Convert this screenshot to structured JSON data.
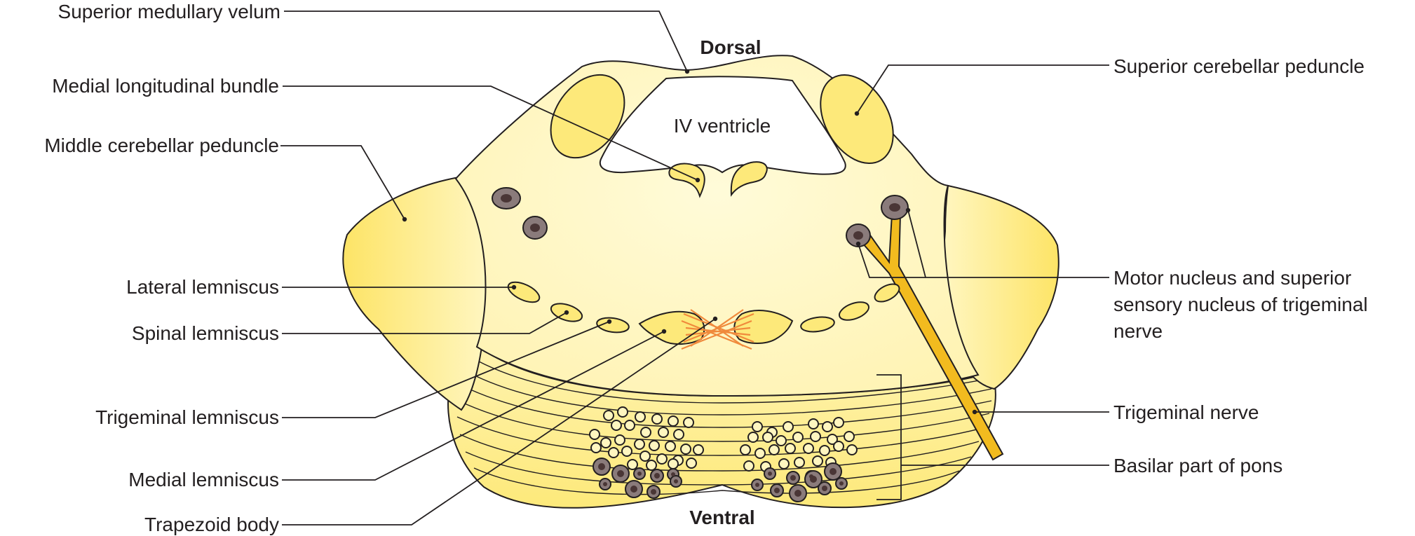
{
  "orientation": {
    "dorsal": "Dorsal",
    "ventral": "Ventral",
    "ventricle": "IV ventricle"
  },
  "labels": {
    "superior_medullary_velum": "Superior medullary velum",
    "medial_longitudinal_bundle": "Medial longitudinal bundle",
    "middle_cerebellar_peduncle": "Middle cerebellar peduncle",
    "lateral_lemniscus": "Lateral lemniscus",
    "spinal_lemniscus": "Spinal lemniscus",
    "trigeminal_lemniscus": "Trigeminal lemniscus",
    "medial_lemniscus": "Medial lemniscus",
    "trapezoid_body": "Trapezoid body",
    "superior_cerebellar_peduncle": "Superior cerebellar peduncle",
    "motor_nucleus": [
      "Motor nucleus and superior",
      "sensory nucleus of trigeminal",
      "nerve"
    ],
    "trigeminal_nerve": "Trigeminal nerve",
    "basilar_part": "Basilar part of pons"
  },
  "colors": {
    "tissue": "#fff6c0",
    "tissue_light": "#fffbd9",
    "structure": "#fde97a",
    "nucleus": "#8a7b7b",
    "nucleus_core": "#4a3636",
    "nerve": "#f2bb1f",
    "trapezoid": "#f08a3c",
    "outline": "#231f20"
  }
}
